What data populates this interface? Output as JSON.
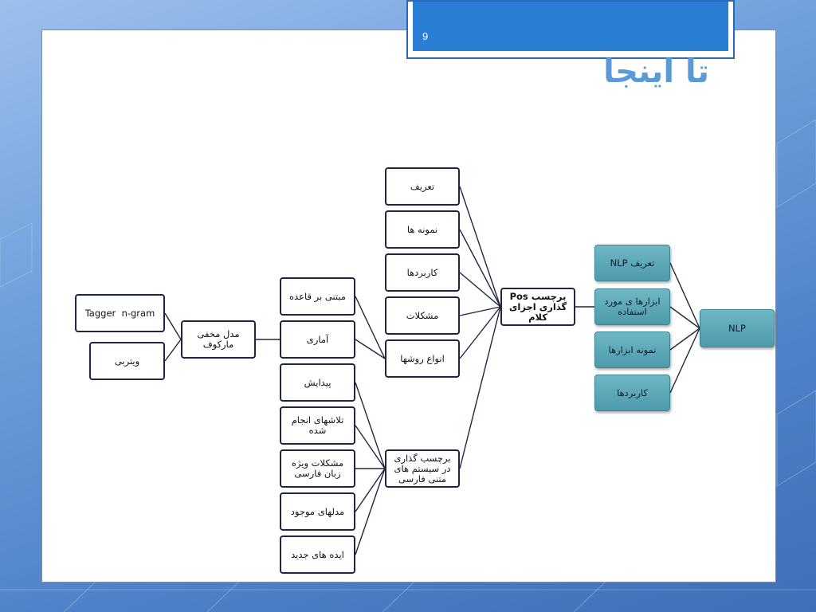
{
  "slide": {
    "number": "9",
    "title": "تا اینجا"
  },
  "nodes": {
    "nlp": "NLP",
    "nlp_definition": "تعریف NLP",
    "tools_used": "ابزارها ی مورد استفاده",
    "tool_samples": "نمونه ابزارها",
    "applications": "کاربردها",
    "pos_tagging": "برچسب Pos گذاری اجزای کلام",
    "def": "تعریف",
    "samples": "نمونه ها",
    "uses": "کاربردها",
    "problems": "مشکلات",
    "method_types": "انواع روشها",
    "rule_based": "مبتنی بر قاعده",
    "statistical": "آماری",
    "hmm": "مدل مخفی ماركوف",
    "ngram_tagger": "Tagger  n-gram",
    "viterbi": "ویتربی",
    "persian_tagging": "برچسب گذاری در سیستم های متنی فارسی",
    "origin": "پیدایش",
    "efforts": "تلاشهای انجام شده",
    "persian_problems": "مشکلات ویژه زبان فارسی",
    "existing_models": "مدلهای موجود",
    "new_ideas": "ایده های جدید"
  }
}
